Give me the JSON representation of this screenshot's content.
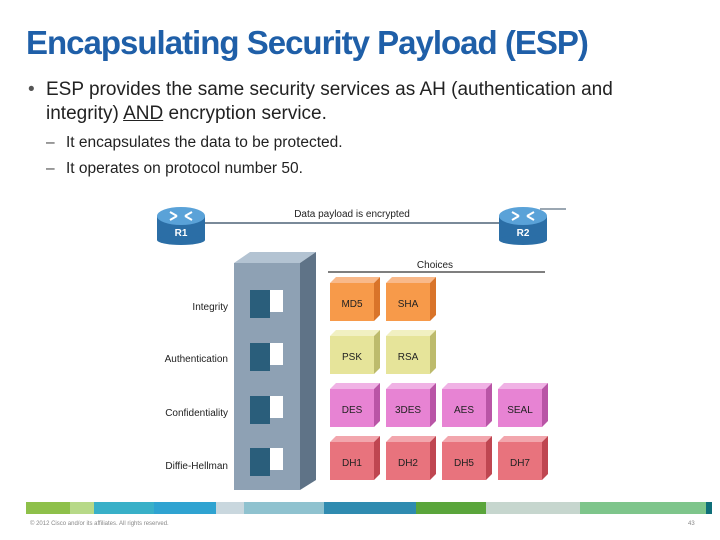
{
  "slide": {
    "title": "Encapsulating Security Payload (ESP)",
    "bullet_pre": "ESP provides the same security services as AH (authentication and integrity) ",
    "bullet_and": "AND",
    "bullet_post": " encryption service.",
    "sub1": "It encapsulates the data to be protected.",
    "sub2": "It operates on protocol number 50."
  },
  "diagram": {
    "router_left": "R1",
    "router_right": "R2",
    "link_label": "Data payload is encrypted",
    "choices_label": "Choices",
    "rows": [
      "Integrity",
      "Authentication",
      "Confidentiality",
      "Diffie-Hellman"
    ],
    "integrity_options": [
      "MD5",
      "SHA"
    ],
    "auth_options": [
      "PSK",
      "RSA"
    ],
    "conf_options": [
      "DES",
      "3DES",
      "AES",
      "SEAL"
    ],
    "dh_options": [
      "DH1",
      "DH2",
      "DH5",
      "DH7"
    ],
    "colors": {
      "integrity": "#f79a4a",
      "auth": "#e6e49a",
      "conf": "#e783d3",
      "dh": "#e8737d",
      "router": "#3a87c4",
      "tower": "#8ea1b4"
    }
  },
  "footer": {
    "copyright": "© 2012 Cisco and/or its affiliates. All rights reserved.",
    "page": "43",
    "colors": [
      "#8ec04a",
      "#b7d988",
      "#39b0c8",
      "#2fa3d1",
      "#c9d7de",
      "#8fc2cf",
      "#2f8bb0",
      "#5aa53b",
      "#c6d6ce",
      "#7ec58b",
      "#0f6f79"
    ]
  }
}
